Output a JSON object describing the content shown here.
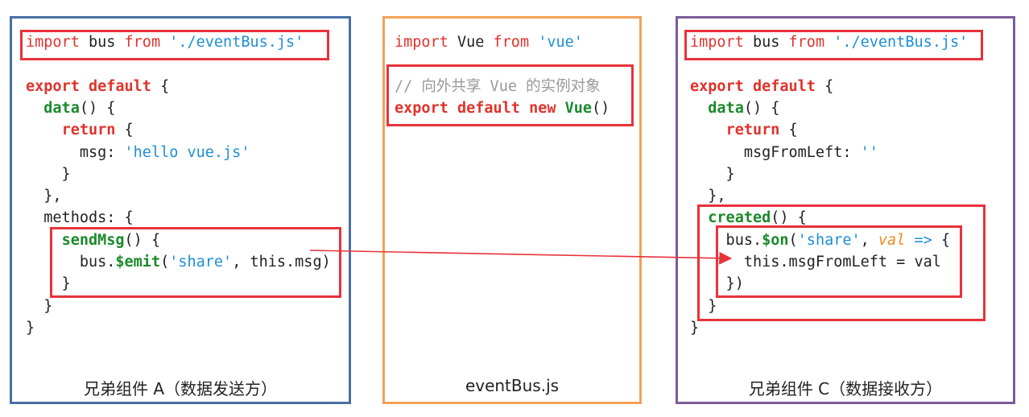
{
  "panel_a": {
    "lines": [
      [
        {
          "t": "import",
          "c": "kw-n"
        },
        {
          "t": " bus "
        },
        {
          "t": "from",
          "c": "kw-n"
        },
        {
          "t": " "
        },
        {
          "t": "'./eventBus.js'",
          "c": "str"
        }
      ],
      [],
      [
        {
          "t": "export default",
          "c": "kw"
        },
        {
          "t": " {"
        }
      ],
      [
        {
          "t": "  "
        },
        {
          "t": "data",
          "c": "fn"
        },
        {
          "t": "() {"
        }
      ],
      [
        {
          "t": "    "
        },
        {
          "t": "return",
          "c": "kw"
        },
        {
          "t": " {"
        }
      ],
      [
        {
          "t": "      msg: "
        },
        {
          "t": "'hello vue.js'",
          "c": "str"
        }
      ],
      [
        {
          "t": "    }"
        }
      ],
      [
        {
          "t": "  },"
        }
      ],
      [
        {
          "t": "  methods: {"
        }
      ],
      [
        {
          "t": "    "
        },
        {
          "t": "sendMsg",
          "c": "fn"
        },
        {
          "t": "() {"
        }
      ],
      [
        {
          "t": "      bus."
        },
        {
          "t": "$emit",
          "c": "fn"
        },
        {
          "t": "("
        },
        {
          "t": "'share'",
          "c": "str"
        },
        {
          "t": ", this.msg)"
        }
      ],
      [
        {
          "t": "    }"
        }
      ],
      [
        {
          "t": "  }"
        }
      ],
      [
        {
          "t": "}"
        }
      ]
    ],
    "caption": "兄弟组件 A（数据发送方）"
  },
  "panel_b": {
    "lines": [
      [
        {
          "t": "import",
          "c": "kw-n"
        },
        {
          "t": " Vue "
        },
        {
          "t": "from",
          "c": "kw-n"
        },
        {
          "t": " "
        },
        {
          "t": "'vue'",
          "c": "str"
        }
      ],
      [],
      [
        {
          "t": "// 向外共享 Vue 的实例对象",
          "c": "cm"
        }
      ],
      [
        {
          "t": "export default new",
          "c": "kw"
        },
        {
          "t": " "
        },
        {
          "t": "Vue",
          "c": "fn"
        },
        {
          "t": "()"
        }
      ]
    ],
    "caption": "eventBus.js"
  },
  "panel_c": {
    "lines": [
      [
        {
          "t": "import",
          "c": "kw-n"
        },
        {
          "t": " bus "
        },
        {
          "t": "from",
          "c": "kw-n"
        },
        {
          "t": " "
        },
        {
          "t": "'./eventBus.js'",
          "c": "str"
        }
      ],
      [],
      [
        {
          "t": "export default",
          "c": "kw"
        },
        {
          "t": " {"
        }
      ],
      [
        {
          "t": "  "
        },
        {
          "t": "data",
          "c": "fn"
        },
        {
          "t": "() {"
        }
      ],
      [
        {
          "t": "    "
        },
        {
          "t": "return",
          "c": "kw"
        },
        {
          "t": " {"
        }
      ],
      [
        {
          "t": "      msgFromLeft: "
        },
        {
          "t": "''",
          "c": "str"
        }
      ],
      [
        {
          "t": "    }"
        }
      ],
      [
        {
          "t": "  },"
        }
      ],
      [
        {
          "t": "  "
        },
        {
          "t": "created",
          "c": "fn"
        },
        {
          "t": "() {"
        }
      ],
      [
        {
          "t": "    bus."
        },
        {
          "t": "$on",
          "c": "fn"
        },
        {
          "t": "("
        },
        {
          "t": "'share'",
          "c": "str"
        },
        {
          "t": ", "
        },
        {
          "t": "val",
          "c": "param"
        },
        {
          "t": " "
        },
        {
          "t": "=>",
          "c": "arrowop"
        },
        {
          "t": " {"
        }
      ],
      [
        {
          "t": "      this.msgFromLeft = val"
        }
      ],
      [
        {
          "t": "    })"
        }
      ],
      [
        {
          "t": "  }"
        }
      ],
      [
        {
          "t": "}"
        }
      ]
    ],
    "caption": "兄弟组件 C（数据接收方）"
  },
  "colors": {
    "panel_a_border": "#4a6fa5",
    "panel_b_border": "#f2a257",
    "panel_c_border": "#7b5c9a",
    "highlight": "#e8323a",
    "keyword": "#e0332c",
    "function": "#1a8a2a",
    "string": "#1d8fd6"
  }
}
